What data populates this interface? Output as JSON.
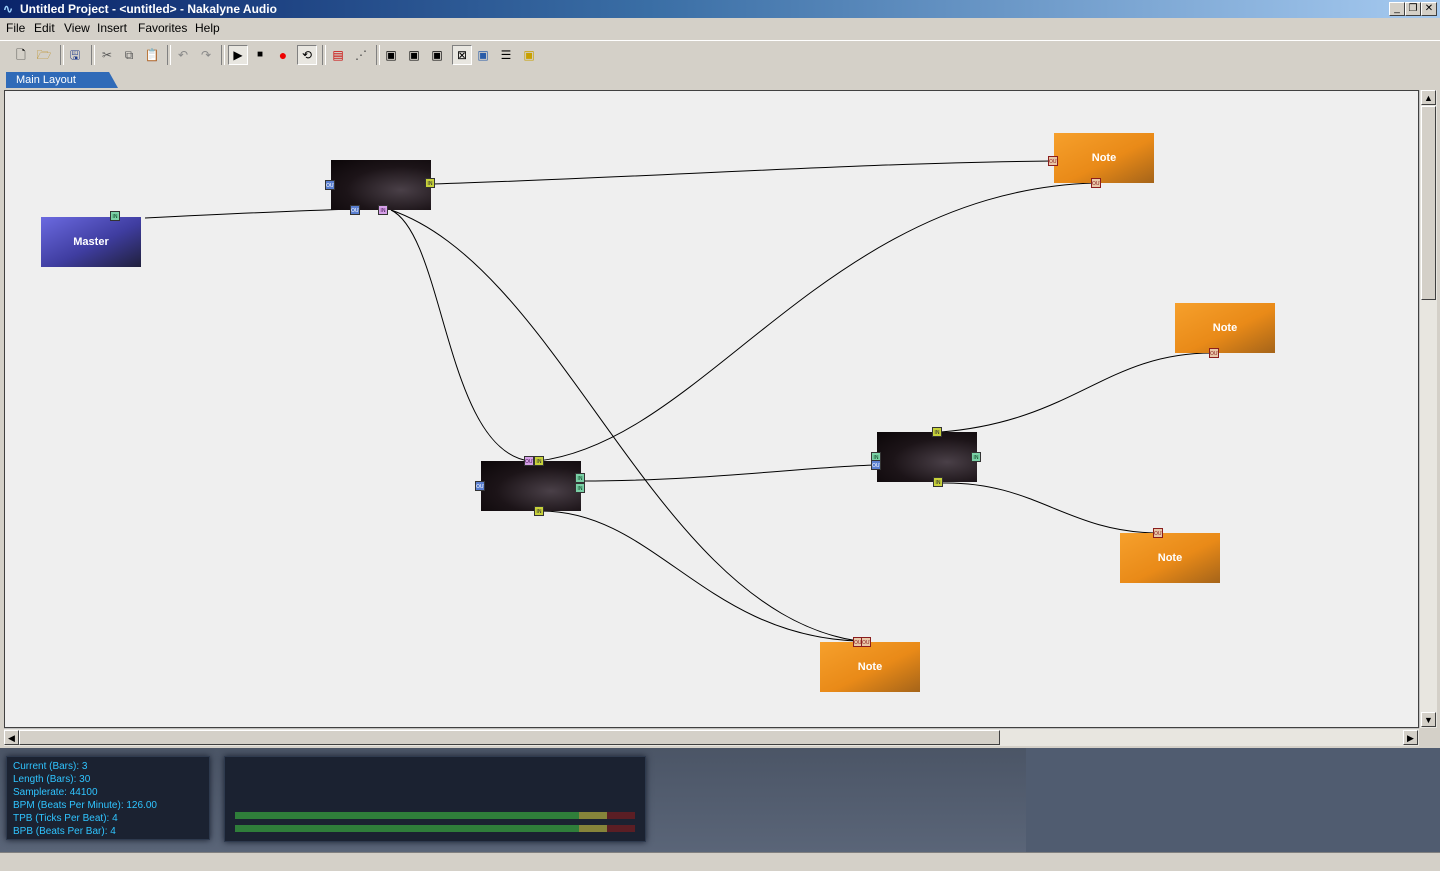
{
  "window": {
    "title": "Untitled Project - <untitled> - Nakalyne Audio",
    "app_icon": "audio-wave-icon",
    "controls": [
      "minimize-icon",
      "restore-icon",
      "close-icon"
    ]
  },
  "menu": [
    "File",
    "Edit",
    "View",
    "Insert",
    "Favorites",
    "Help"
  ],
  "toolbar": {
    "buttons": [
      "new-file-icon",
      "open-folder-icon",
      "save-icon",
      "cut-icon",
      "copy-icon",
      "paste-icon",
      "undo-icon",
      "redo-icon",
      "play-icon",
      "stop-icon",
      "record-icon",
      "loop-icon",
      "mixer-icon",
      "routing-icon",
      "layout1-icon",
      "layout2-icon",
      "layout3-icon",
      "layout4-icon",
      "layout5-icon",
      "layout6-icon",
      "layout7-icon"
    ],
    "pressed": [
      "play-icon",
      "loop-icon",
      "layout4-icon"
    ]
  },
  "tabs": [
    {
      "label": "Main Layout",
      "active": true
    }
  ],
  "modules": {
    "master": {
      "label": "Master"
    },
    "note1": {
      "label": "Note"
    },
    "note2": {
      "label": "Note"
    },
    "note3": {
      "label": "Note"
    },
    "note4": {
      "label": "Note"
    },
    "port_labels": {
      "out": "OUT",
      "in": "IN"
    }
  },
  "info": {
    "current": "Current (Bars): 3",
    "length": "Length (Bars): 30",
    "samplerate": "Samplerate: 44100",
    "bpm": "BPM (Beats Per Minute): 126.00",
    "tpb": "TPB (Ticks Per Beat): 4",
    "bpb": "BPB (Beats Per Bar): 4"
  },
  "meters": {
    "left": {
      "level": 0.86,
      "green_end": 0.86,
      "yellow_end": 0.93
    },
    "right": {
      "level": 0.86,
      "green_end": 0.86,
      "yellow_end": 0.93
    }
  },
  "colors": {
    "master": "#4f4dc4",
    "note": "#ee9020",
    "info_text": "#2fc4ff",
    "tab": "#2f6ab8"
  }
}
